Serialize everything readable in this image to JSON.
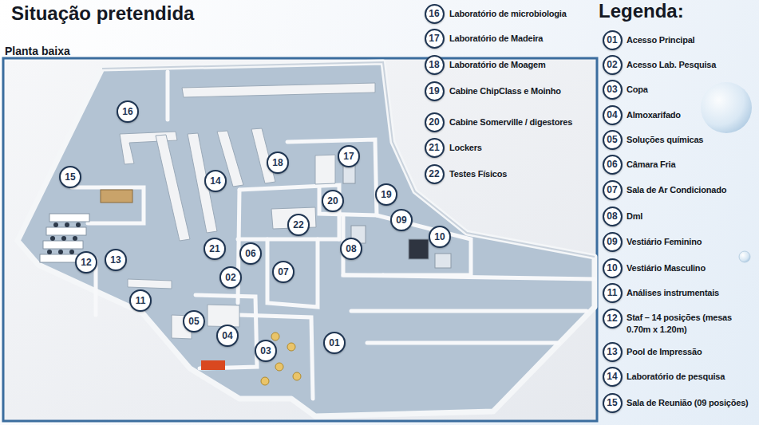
{
  "diagram": {
    "title": "Situação pretendida",
    "nodes": [
      {
        "text": [
          "16"
        ]
      },
      {
        "text": [
          "17"
        ]
      },
      {
        "text": [
          "18"
        ]
      },
      {
        "text": [
          "15"
        ]
      },
      {
        "text": [
          "14"
        ]
      },
      {
        "text": [
          "19"
        ]
      },
      {
        "text": [
          "20"
        ]
      },
      {
        "text": [
          "09"
        ]
      },
      {
        "text": [
          "22"
        ]
      },
      {
        "text": [
          "10"
        ]
      },
      {
        "text": [
          "21"
        ]
      },
      {
        "text": [
          "08"
        ]
      },
      {
        "text": [
          "06"
        ]
      },
      {
        "text": [
          "13"
        ]
      },
      {
        "text": [
          "12"
        ]
      },
      {
        "text": [
          "07"
        ]
      },
      {
        "text": [
          "02"
        ]
      },
      {
        "text": [
          "11"
        ]
      },
      {
        "text": [
          "05"
        ]
      },
      {
        "text": [
          "04"
        ]
      },
      {
        "text": [
          "01"
        ]
      },
      {
        "text": [
          "03"
        ]
      },
      {
        "text": [
          "16"
        ]
      },
      {
        "text": [
          "17"
        ]
      },
      {
        "text": [
          "18"
        ]
      },
      {
        "text": [
          "19"
        ]
      },
      {
        "text": [
          "20"
        ]
      },
      {
        "text": [
          "21"
        ]
      },
      {
        "text": [
          "22"
        ]
      },
      {
        "text": [
          "01"
        ]
      },
      {
        "text": [
          "02"
        ]
      },
      {
        "text": [
          "03"
        ]
      },
      {
        "text": [
          "04"
        ]
      },
      {
        "text": [
          "05"
        ]
      },
      {
        "text": [
          "06"
        ]
      },
      {
        "text": [
          "07"
        ]
      },
      {
        "text": [
          "08"
        ]
      },
      {
        "text": [
          "09"
        ]
      },
      {
        "text": [
          "10"
        ]
      },
      {
        "text": [
          "11"
        ]
      },
      {
        "text": [
          "12"
        ]
      },
      {
        "text": [
          "13"
        ]
      },
      {
        "text": [
          "14"
        ]
      },
      {
        "text": [
          "15"
        ]
      }
    ],
    "labels": [
      "Planta baixa",
      "Legenda:"
    ],
    "legend": [
      {
        "text": "Laboratório de microbiologia"
      },
      {
        "text": "Laboratório de Madeira"
      },
      {
        "text": "Laboratório de Moagem"
      },
      {
        "text": "Cabine ChipClass e Moinho"
      },
      {
        "text": "Cabine Somerville / digestores"
      },
      {
        "text": "Lockers"
      },
      {
        "text": "Testes Físicos"
      },
      {
        "text": "Acesso Principal"
      },
      {
        "text": "Acesso Lab. Pesquisa"
      },
      {
        "text": "Copa"
      },
      {
        "text": "Almoxarifado"
      },
      {
        "text": "Soluções químicas"
      },
      {
        "text": "Câmara Fria"
      },
      {
        "text": "Sala de Ar Condicionado"
      },
      {
        "text": "Dml"
      },
      {
        "text": "Vestiário Feminino"
      },
      {
        "text": "Vestiário Masculino"
      },
      {
        "text": "Análises instrumentais"
      },
      {
        "text": "Staf – 14 posições (mesas 0.70m x 1.20m)"
      },
      {
        "text": "Pool de Impressão"
      },
      {
        "text": "Laboratório de pesquisa"
      },
      {
        "text": "Sala de Reunião (09 posições)"
      }
    ]
  }
}
